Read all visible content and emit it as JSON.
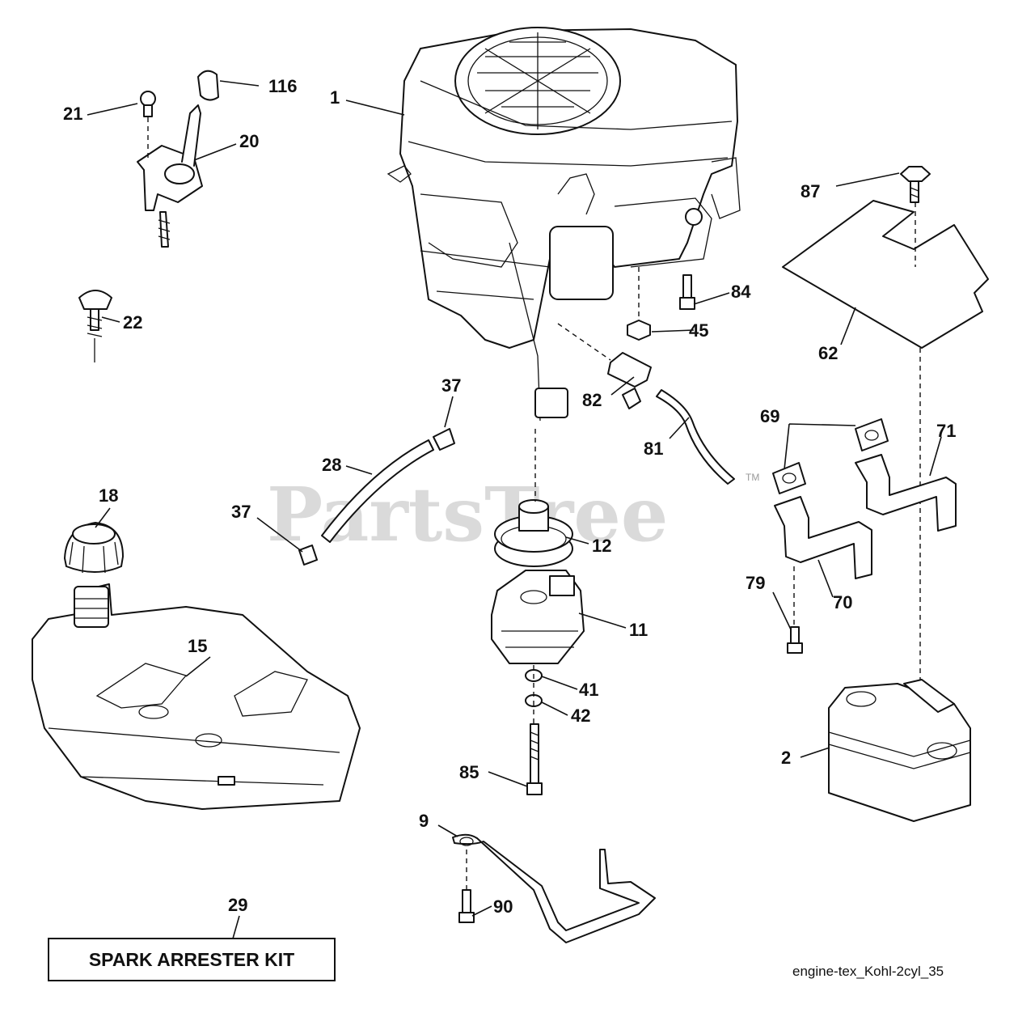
{
  "watermark": "PartsTree",
  "trademark": "TM",
  "kit_box_label": "SPARK ARRESTER KIT",
  "reference": "engine-tex_Kohl-2cyl_35",
  "callouts": {
    "p1": "1",
    "p2": "2",
    "p9": "9",
    "p11": "11",
    "p12": "12",
    "p15": "15",
    "p18": "18",
    "p20": "20",
    "p21": "21",
    "p22": "22",
    "p28": "28",
    "p29": "29",
    "p37a": "37",
    "p37b": "37",
    "p41": "41",
    "p42": "42",
    "p45": "45",
    "p62": "62",
    "p69": "69",
    "p70": "70",
    "p71": "71",
    "p79": "79",
    "p81": "81",
    "p82": "82",
    "p84": "84",
    "p85": "85",
    "p87": "87",
    "p90": "90",
    "p116": "116"
  }
}
